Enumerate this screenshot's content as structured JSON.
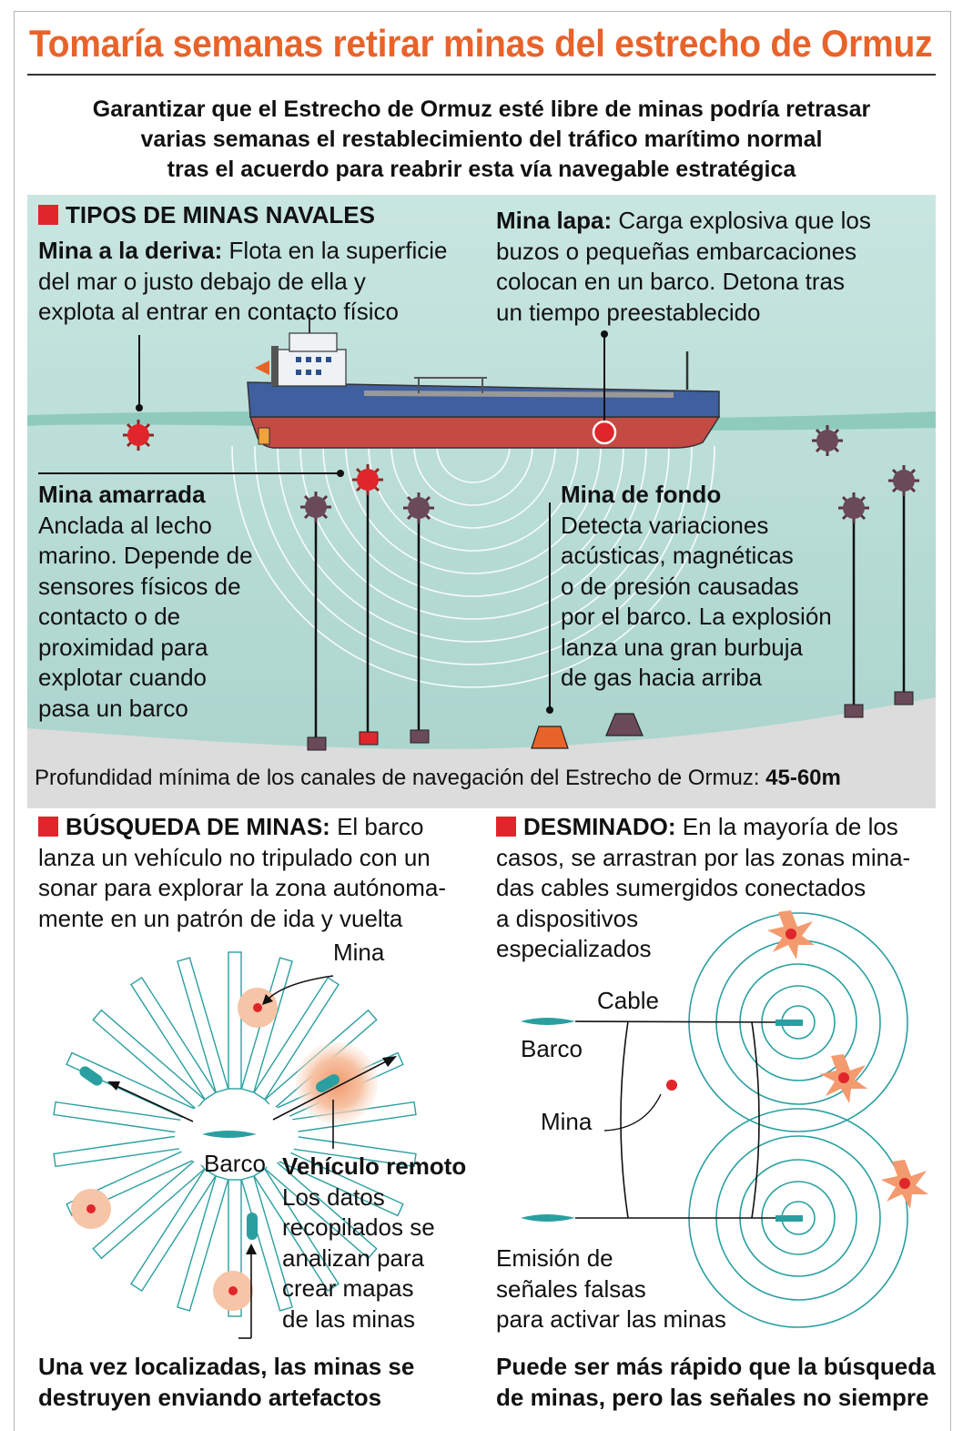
{
  "title": "Tomaría semanas retirar minas del estrecho de Ormuz",
  "subtitle": [
    "Garantizar que el Estrecho de Ormuz esté libre de minas podría retrasar",
    "varias semanas el restablecimiento del tráfico marítimo normal",
    "tras el acuerdo para reabrir esta vía navegable estratégica"
  ],
  "mine_types": {
    "heading": "TIPOS DE MINAS NAVALES",
    "drift": {
      "name": "Mina a la deriva:",
      "lines": [
        "Flota en la superficie",
        "del mar o justo debajo de ella y",
        "explota al entrar en contacto físico"
      ]
    },
    "limpet": {
      "name": "Mina lapa:",
      "lines": [
        "Carga explosiva que los",
        "buzos o pequeñas embarcaciones",
        "colocan en un barco. Detona tras",
        "un tiempo preestablecido"
      ]
    },
    "moored": {
      "name": "Mina amarrada",
      "lines": [
        "Anclada al lecho",
        "marino. Depende de",
        "sensores físicos de",
        "contacto o de",
        "proximidad para",
        "explotar cuando",
        "pasa un barco"
      ]
    },
    "bottom": {
      "name": "Mina de fondo",
      "lines": [
        "Detecta variaciones",
        "acústicas, magnéticas",
        "o de presión causadas",
        "por el barco. La explosión",
        "lanza una gran burbuja",
        "de gas hacia arriba"
      ]
    },
    "depth_label": "Profundidad mínima de los canales de navegación del Estrecho de Ormuz:",
    "depth_value": "45-60m"
  },
  "hunting": {
    "heading": "BÚSQUEDA DE MINAS:",
    "lines": [
      "El barco",
      "lanza un vehículo no tripulado con un",
      "sonar para explorar la zona autónoma-",
      "mente en un patrón de ida y vuelta"
    ],
    "label_mine": "Mina",
    "label_ship": "Barco",
    "vehicle_title": "Vehículo remoto",
    "vehicle_lines": [
      "Los datos",
      "recopilados se",
      "analizan para",
      "crear mapas",
      "de las minas"
    ],
    "footer_lines": [
      "Una vez localizadas, las minas se",
      "destruyen enviando artefactos"
    ]
  },
  "sweeping": {
    "heading": "DESMINADO:",
    "lines": [
      "En la mayoría de los",
      "casos, se arrastran por las zonas mina-",
      "das cables sumergidos conectados",
      "a dispositivos",
      "especializados"
    ],
    "label_cable": "Cable",
    "label_ship": "Barco",
    "label_mine": "Mina",
    "emission_lines": [
      "Emisión de",
      "señales falsas",
      "para activar las minas"
    ],
    "footer_lines": [
      "Puede ser más rápido que la búsqueda",
      "de minas, pero las señales no siempre"
    ]
  },
  "colors": {
    "title": "#e8632a",
    "water": "#b9dcd6",
    "mine_red": "#e0262b",
    "hull_blue": "#3f5f9e",
    "hull_red": "#c44a44"
  }
}
